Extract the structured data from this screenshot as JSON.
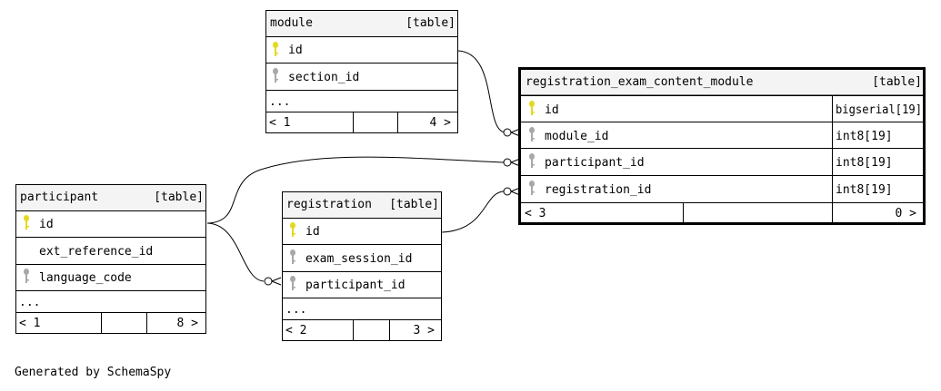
{
  "footer": "Generated by SchemaSpy",
  "colors": {
    "header_bg": "#f4f4f4",
    "border": "#000000",
    "primary_key": "#e3d91e",
    "foreign_key": "#a8a8a8"
  },
  "tables": {
    "module": {
      "name": "module",
      "tag": "[table]",
      "columns": [
        {
          "name": "id",
          "type": "",
          "key": "primary-key"
        },
        {
          "name": "section_id",
          "type": "",
          "key": "foreign-key"
        }
      ],
      "more": "...",
      "parents": "< 1",
      "children": "4 >"
    },
    "registration_exam_content_module": {
      "name": "registration_exam_content_module",
      "tag": "[table]",
      "columns": [
        {
          "name": "id",
          "type": "bigserial[19]",
          "key": "primary-key"
        },
        {
          "name": "module_id",
          "type": "int8[19]",
          "key": "foreign-key"
        },
        {
          "name": "participant_id",
          "type": "int8[19]",
          "key": "foreign-key"
        },
        {
          "name": "registration_id",
          "type": "int8[19]",
          "key": "foreign-key"
        }
      ],
      "more": "",
      "parents": "< 3",
      "children": "0 >"
    },
    "participant": {
      "name": "participant",
      "tag": "[table]",
      "columns": [
        {
          "name": "id",
          "type": "",
          "key": "primary-key"
        },
        {
          "name": "ext_reference_id",
          "type": "",
          "key": "none"
        },
        {
          "name": "language_code",
          "type": "",
          "key": "foreign-key"
        }
      ],
      "more": "...",
      "parents": "< 1",
      "children": "8 >"
    },
    "registration": {
      "name": "registration",
      "tag": "[table]",
      "columns": [
        {
          "name": "id",
          "type": "",
          "key": "primary-key"
        },
        {
          "name": "exam_session_id",
          "type": "",
          "key": "foreign-key"
        },
        {
          "name": "participant_id",
          "type": "",
          "key": "foreign-key"
        }
      ],
      "more": "...",
      "parents": "< 2",
      "children": "3 >"
    }
  }
}
